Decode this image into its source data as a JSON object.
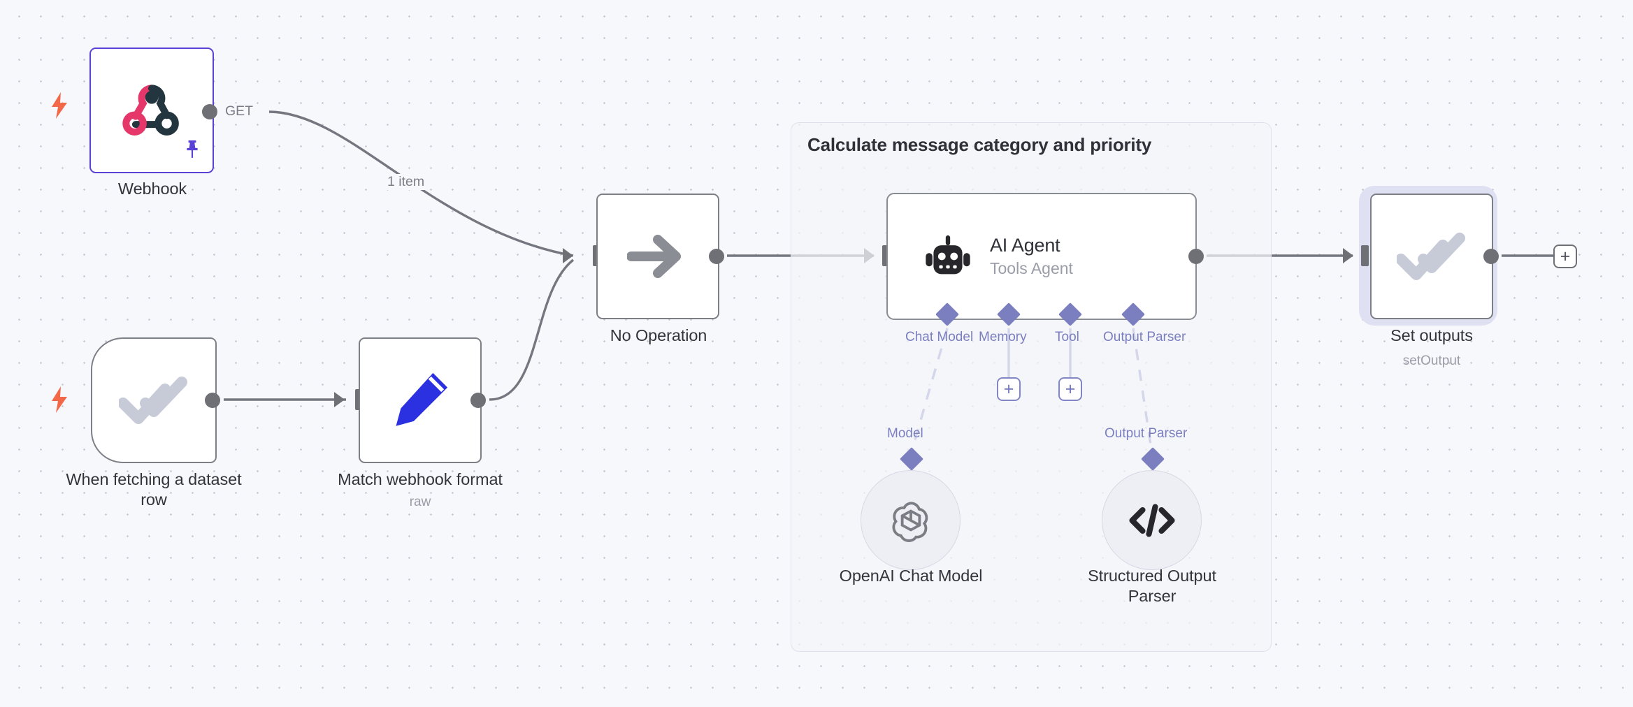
{
  "canvas": {
    "background_color": "#f7f8fb",
    "grid_dot_color": "#c9ccd6"
  },
  "group": {
    "title": "Calculate message category and priority",
    "border_color": "#dfe1ea"
  },
  "nodes": [
    {
      "id": "webhook",
      "label": "Webhook",
      "subtitle": "",
      "icon": "webhook-icon",
      "type": "trigger",
      "border_color": "#5a42d6",
      "pinned": true,
      "output_port_label": "GET"
    },
    {
      "id": "when-fetching-dataset-row",
      "label": "When fetching a dataset\nrow",
      "subtitle": "",
      "icon": "double-check-icon",
      "type": "trigger",
      "border_color": "#7d7f87"
    },
    {
      "id": "match-webhook-format",
      "label": "Match webhook format",
      "subtitle": "raw",
      "icon": "pencil-icon",
      "icon_color": "#2b30e0",
      "type": "action",
      "border_color": "#7d7f87"
    },
    {
      "id": "no-operation",
      "label": "No Operation",
      "subtitle": "",
      "icon": "arrow-right-icon",
      "type": "action",
      "border_color": "#7d7f87"
    },
    {
      "id": "ai-agent",
      "label": "AI Agent",
      "subtitle": "Tools Agent",
      "icon": "robot-icon",
      "type": "agent",
      "border_color": "#8a8c94"
    },
    {
      "id": "set-outputs",
      "label": "Set outputs",
      "subtitle": "setOutput",
      "icon": "double-check-icon",
      "type": "action",
      "border_color": "#7d7f87",
      "selected": true
    },
    {
      "id": "openai-chat-model",
      "label": "OpenAI Chat Model",
      "subtitle": "",
      "icon": "openai-icon",
      "type": "sub-node",
      "port_label": "Model"
    },
    {
      "id": "structured-output-parser",
      "label": "Structured Output\nParser",
      "subtitle": "",
      "icon": "code-icon",
      "type": "sub-node",
      "port_label": "Output Parser"
    }
  ],
  "agent_ports": [
    {
      "label": "Chat Model",
      "has_add_button": false
    },
    {
      "label": "Memory",
      "has_add_button": true
    },
    {
      "label": "Tool",
      "has_add_button": true
    },
    {
      "label": "Output Parser",
      "has_add_button": false
    }
  ],
  "edges": [
    {
      "from": "webhook",
      "to": "no-operation",
      "label": "GET",
      "count_label": "1 item"
    },
    {
      "from": "when-fetching-dataset-row",
      "to": "match-webhook-format",
      "label": ""
    },
    {
      "from": "match-webhook-format",
      "to": "no-operation",
      "label": ""
    },
    {
      "from": "no-operation",
      "to": "ai-agent",
      "label": ""
    },
    {
      "from": "ai-agent",
      "to": "set-outputs",
      "label": ""
    },
    {
      "from": "set-outputs",
      "to": "add-node",
      "label": ""
    }
  ],
  "buttons": {
    "add_node_label": "+",
    "add_memory_label": "+",
    "add_tool_label": "+"
  },
  "colors": {
    "accent_purple": "#5a42d6",
    "port_purple": "#7b7fc0",
    "trigger_orange": "#f4684a",
    "edge_gray": "#757780",
    "webhook_red": "#e5376a",
    "webhook_dark": "#23363f"
  }
}
